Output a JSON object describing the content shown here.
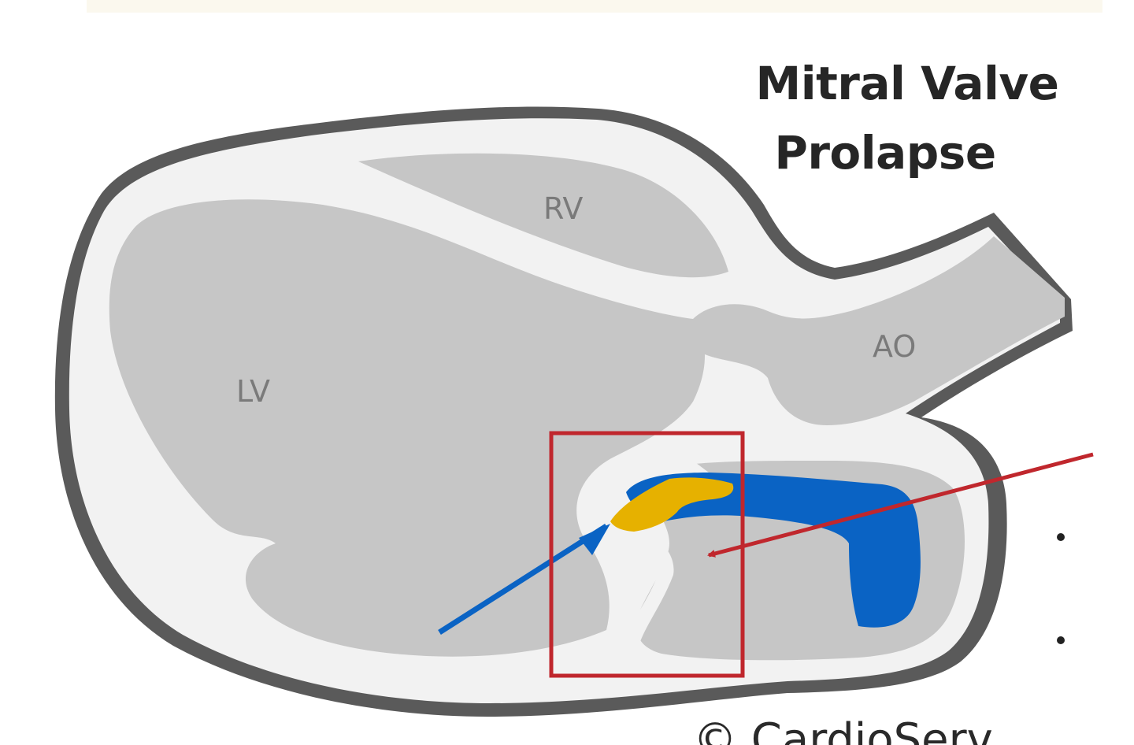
{
  "title": {
    "line1": "Mitral Valve",
    "line2": "Prolapse"
  },
  "labels": {
    "rv": "RV",
    "lv": "LV",
    "ao": "AO"
  },
  "footer": {
    "copyright": "© CardioServ"
  },
  "colors": {
    "tissue_outline": "#5a5a5a",
    "tissue_wall": "#f2f2f2",
    "chamber": "#c6c6c6",
    "regurgitation_jet": "#0a63c4",
    "prolapsed_leaflet": "#e6b100",
    "highlight_box": "#c0272d",
    "pointer_arrow": "#c0272d"
  }
}
